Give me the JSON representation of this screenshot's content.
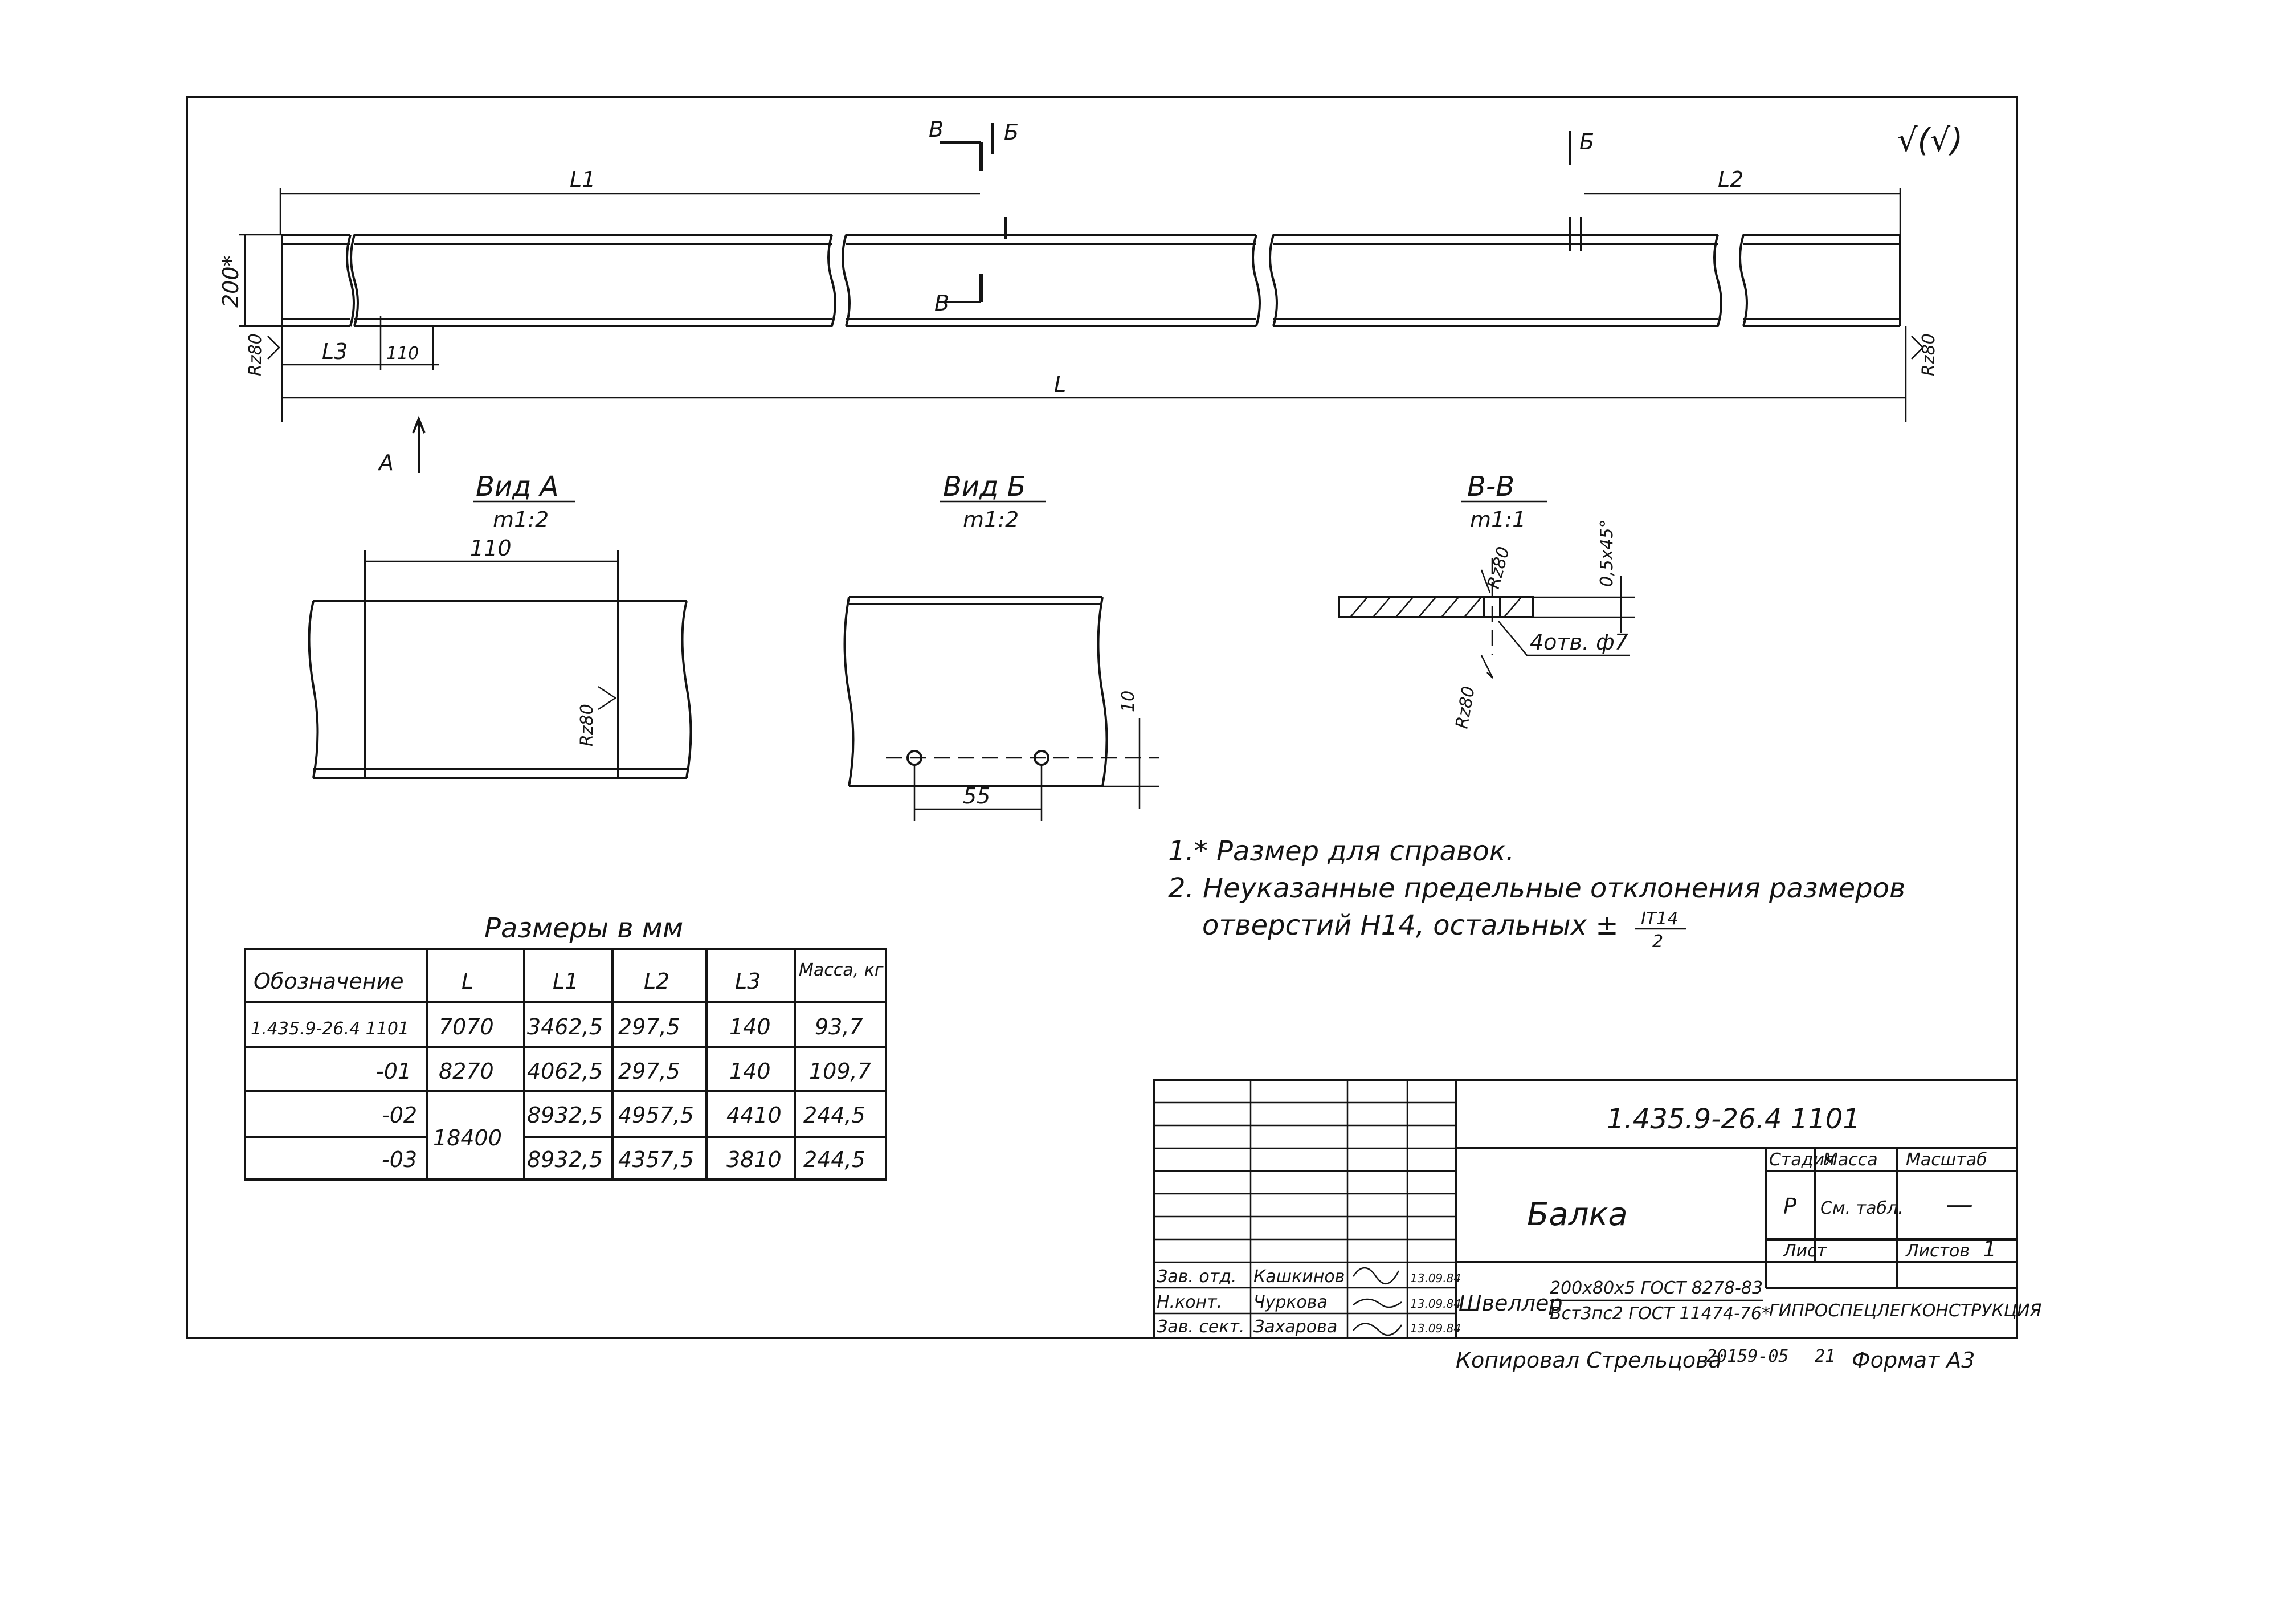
{
  "main_view": {
    "dim_L": "L",
    "dim_L1": "L1",
    "dim_L2": "L2",
    "dim_L3": "L3",
    "dim_110": "110",
    "dim_height": "200*",
    "radius_left": "Rz80",
    "radius_right": "Rz80",
    "section_mark_B": "В",
    "section_mark_B2": "В",
    "view_mark_B": "Б",
    "view_mark_B2": "Б",
    "view_arrow_A": "А",
    "roughness_mark": "√(√)"
  },
  "view_a": {
    "title": "Вид А",
    "scale": "m1:2",
    "dim_110": "110",
    "roughness": "Rz80"
  },
  "view_b": {
    "title": "Вид Б",
    "scale": "m1:2",
    "dim_55": "55",
    "dim_10": "10"
  },
  "section_bb": {
    "title": "В-В",
    "scale": "m1:1",
    "roughness_top": "Rz80",
    "roughness_bottom": "Rz80",
    "chamfer": "0,5x45°",
    "holes": "4отв. ф7"
  },
  "notes": {
    "note1": "1.* Размер для справок.",
    "note2_line1": "2.  Неуказанные  предельные отклонения размеров",
    "note2_line2": "отверстий   H14,  остальных ±",
    "note2_frac_num": "IT14",
    "note2_frac_den": "2"
  },
  "dim_table": {
    "caption": "Размеры в мм",
    "headers": [
      "Обозначение",
      "L",
      "L1",
      "L2",
      "L3",
      "Масса, кг"
    ],
    "rows": [
      [
        "1.435.9-26.4 1101",
        "7070",
        "3462,5",
        "297,5",
        "140",
        "93,7"
      ],
      [
        "-01",
        "8270",
        "4062,5",
        "297,5",
        "140",
        "109,7"
      ],
      [
        "-02",
        "18400",
        "8932,5",
        "4957,5",
        "4410",
        "244,5"
      ],
      [
        "-03",
        "",
        "8932,5",
        "4357,5",
        "3810",
        "244,5"
      ]
    ]
  },
  "title_block": {
    "doc_number": "1.435.9-26.4  1101",
    "name": "Балка",
    "stage_label": "Стадия",
    "mass_label": "Масса",
    "scale_label": "Масштаб",
    "stage": "Р",
    "mass": "См. табл.",
    "scale": "—",
    "sheet_label": "Лист",
    "sheets_label": "Листов",
    "sheets_value": "1",
    "material_line1": "200x80x5 ГОСТ 8278-83",
    "material_line2": "Вст3пс2 ГОСТ 11474-76*",
    "material_prefix": "Швеллер",
    "organization": "ГИПРОСПЕЦЛЕГКОНСТРУКЦИЯ",
    "signers": [
      {
        "role": "Зав. отд.",
        "name": "Кашкинов",
        "date": "13.09.84"
      },
      {
        "role": "Н.конт.",
        "name": "Чуркова",
        "date": "13.09.84"
      },
      {
        "role": "Зав. сект.",
        "name": "Захарова",
        "date": "13.09.84"
      }
    ]
  },
  "footer": {
    "copied_by": "Копировал  Стрельцова",
    "archive_no": "20159-05",
    "sheet_no": "21",
    "format": "Формат А3"
  }
}
